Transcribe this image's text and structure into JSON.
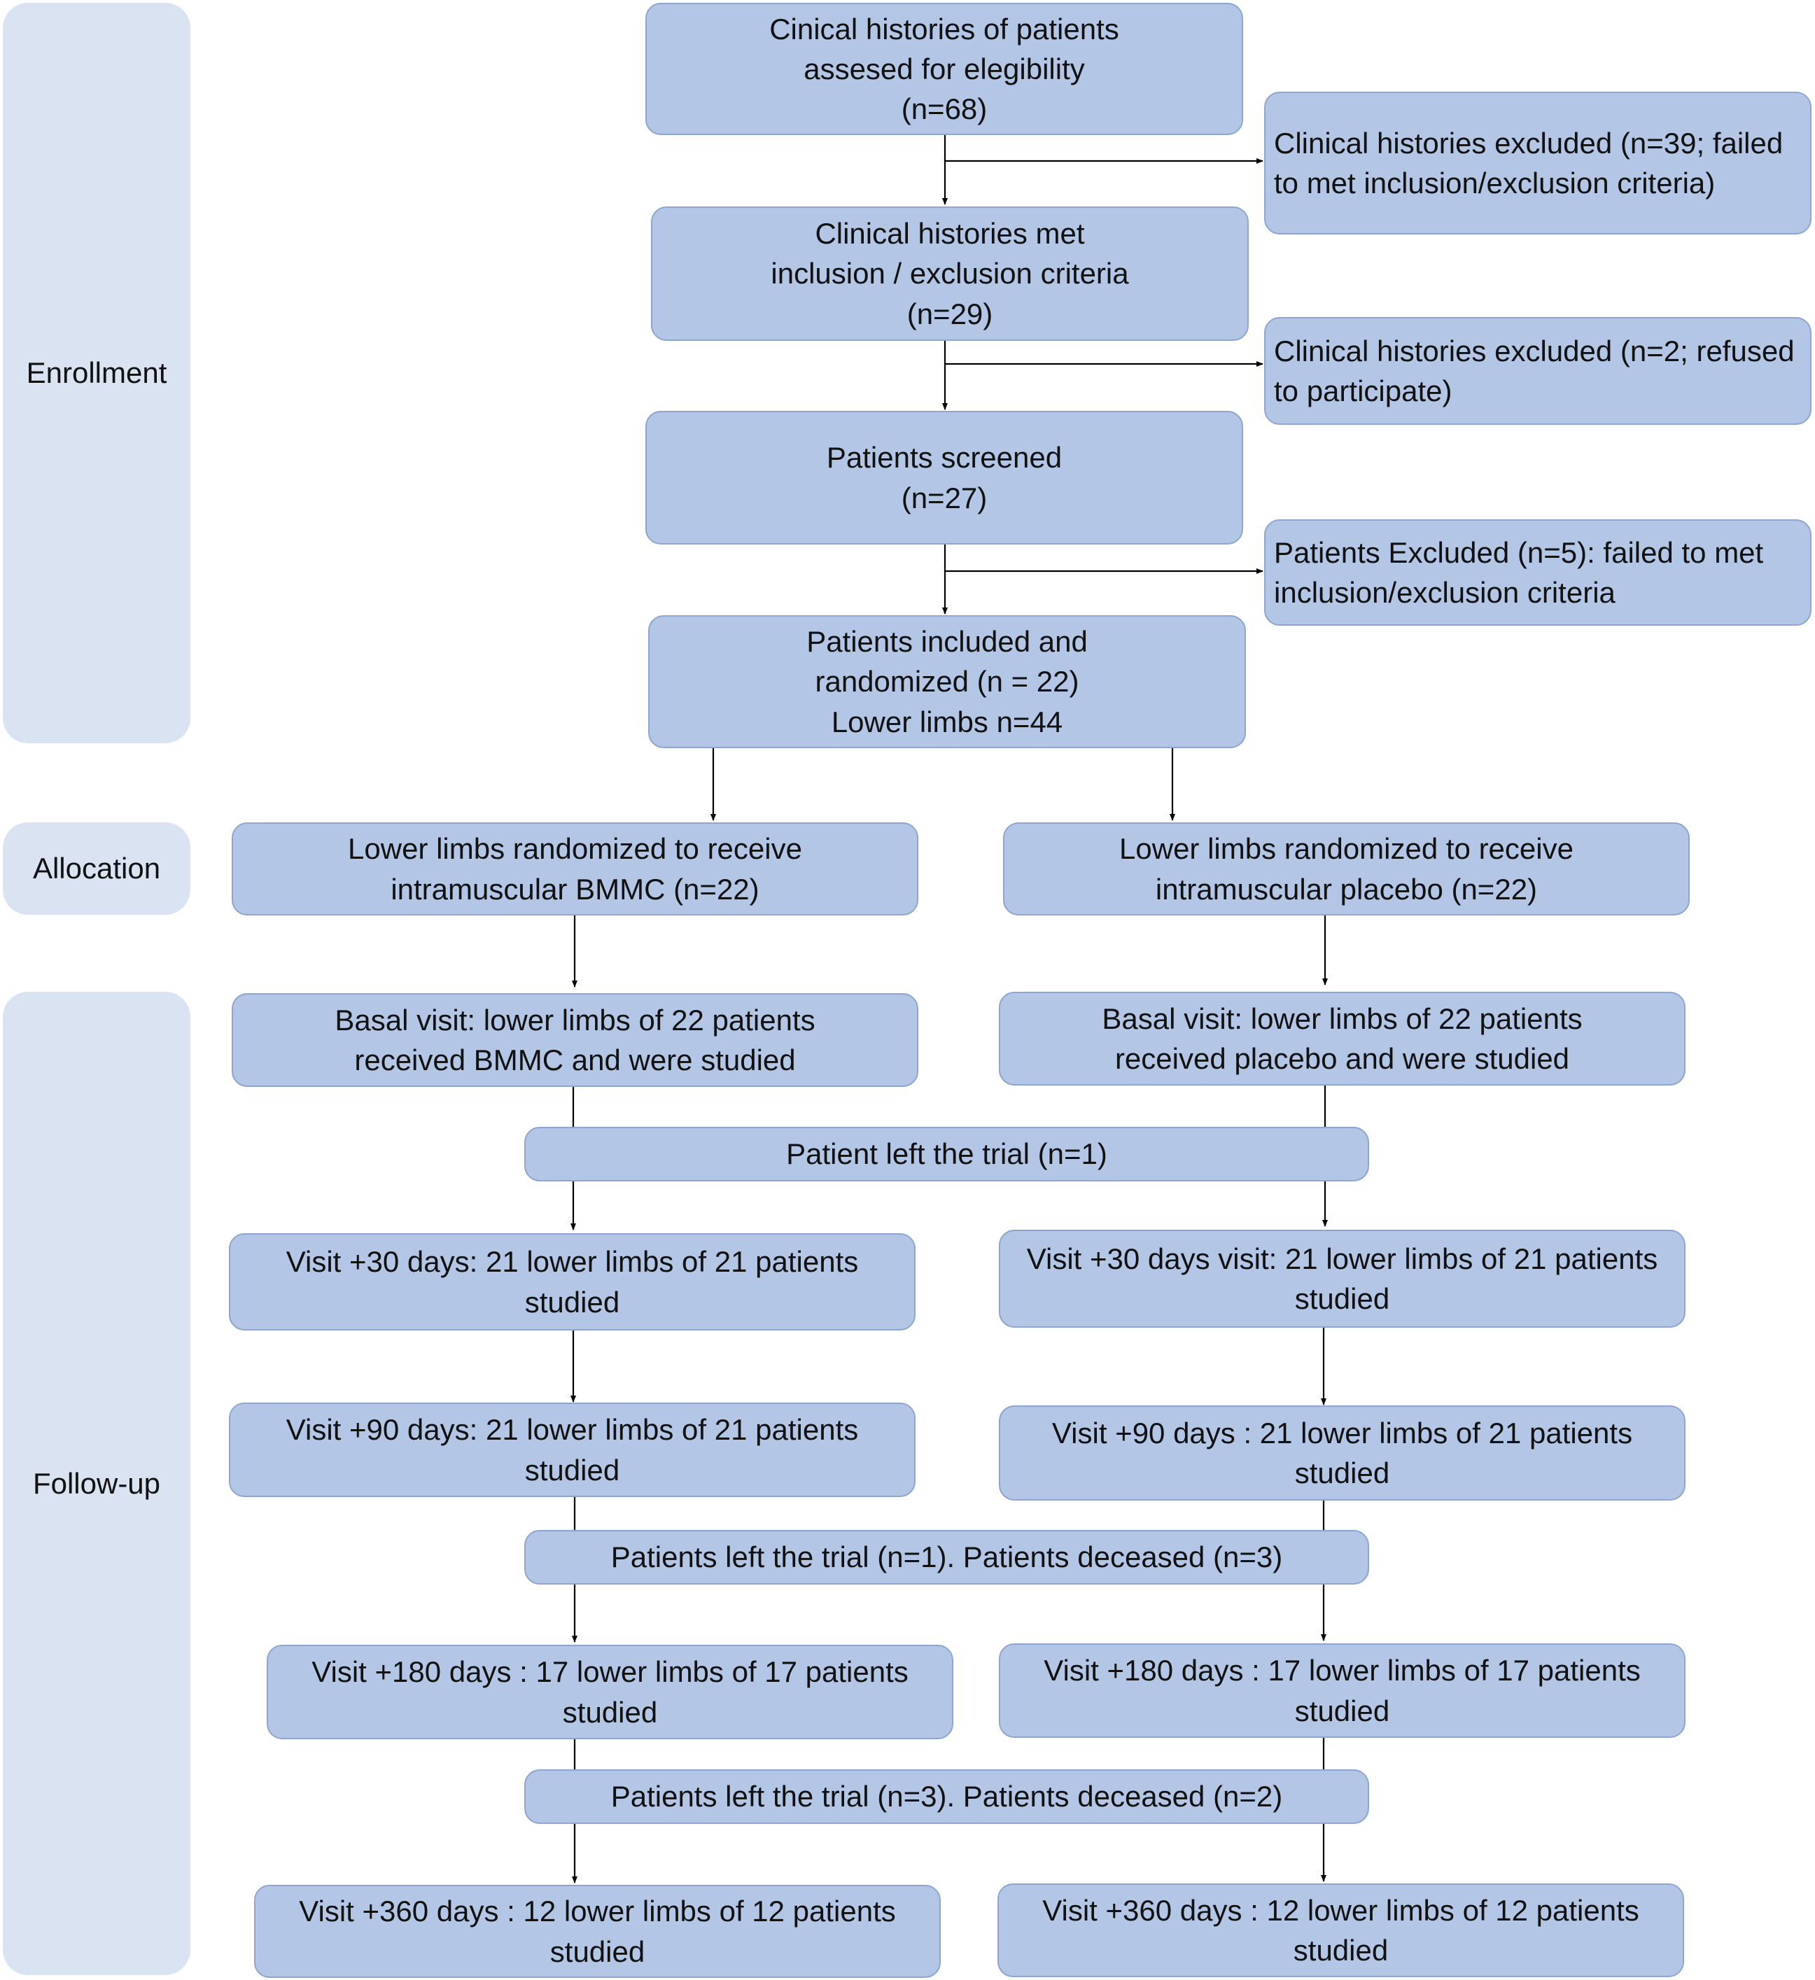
{
  "phases": {
    "enrollment": "Enrollment",
    "allocation": "Allocation",
    "followup": "Follow-up"
  },
  "boxes": {
    "assessed": "Cinical histories of patients\nassesed for elegibility\n(n=68)",
    "excluded1": "Clinical histories excluded (n=39; failed\nto met inclusion/exclusion criteria)",
    "met_criteria": "Clinical histories met\ninclusion / exclusion criteria\n(n=29)",
    "excluded2": "Clinical histories excluded (n=2; refused\nto participate)",
    "screened": "Patients screened\n(n=27)",
    "excluded3": "Patients Excluded (n=5): failed to met\ninclusion/exclusion criteria",
    "randomized": "Patients included and\nrandomized (n = 22)\nLower limbs n=44",
    "alloc_bmmc": "Lower limbs randomized to receive\nintramuscular BMMC (n=22)",
    "alloc_placebo": "Lower limbs randomized to receive\nintramuscular placebo (n=22)",
    "basal_bmmc": "Basal visit: lower limbs of 22 patients\nreceived BMMC and were studied",
    "basal_placebo": "Basal visit: lower limbs of 22 patients\nreceived placebo and were studied",
    "left1": "Patient left the trial  (n=1)",
    "v30_bmmc": "Visit +30 days: 21 lower limbs of 21 patients\nstudied",
    "v30_placebo": "Visit +30 days visit: 21 lower limbs of 21 patients\nstudied",
    "v90_bmmc": "Visit +90 days: 21 lower limbs of 21 patients\nstudied",
    "v90_placebo": "Visit +90 days : 21 lower limbs of 21 patients\nstudied",
    "left2": "Patients left the trial  (n=1). Patients deceased (n=3)",
    "v180_bmmc": "Visit +180 days : 17 lower limbs of 17 patients\nstudied",
    "v180_placebo": "Visit +180 days : 17 lower limbs of 17 patients\nstudied",
    "left3": "Patients left the trial  (n=3). Patients deceased (n=2)",
    "v360_bmmc": "Visit +360 days : 12 lower limbs of 12 patients\nstudied",
    "v360_placebo": "Visit +360 days : 12 lower limbs of 12 patients\nstudied"
  },
  "colors": {
    "phase_fill": "#dae3f2",
    "box_fill": "#b4c6e6",
    "box_border": "#8ea6cf",
    "arrow": "#000000"
  }
}
